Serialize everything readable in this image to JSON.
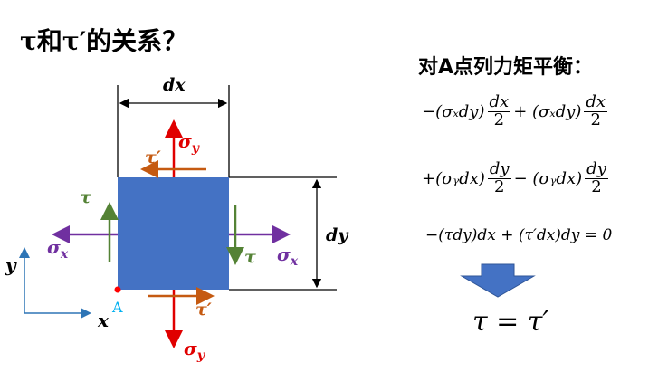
{
  "title": {
    "tau": "τ",
    "mid": "和",
    "tau_prime": "τ′",
    "rest": "的关系？"
  },
  "subtitle": "对A点列力矩平衡：",
  "diagram": {
    "dx_label": "dx",
    "dy_label": "dy",
    "sigma_y_top": "σ",
    "sigma_y_bottom": "σ",
    "sigma_y_sub": "y",
    "sigma_x_left": "σ",
    "sigma_x_right": "σ",
    "sigma_x_sub": "x",
    "tau_prime_top": "τ′",
    "tau_prime_bottom": "τ′",
    "tau_left": "τ",
    "tau_right": "τ",
    "axis_x": "x",
    "axis_y": "y",
    "point_label": "A",
    "colors": {
      "block": "#4472C4",
      "normal_y": "#E00000",
      "normal_x": "#7030A0",
      "shear_h": "#C55A11",
      "shear_v": "#548235",
      "axis": "#2E75B6",
      "point": "#FF0000",
      "point_label": "#00B0F0",
      "down_arrow": "#4472C4"
    }
  },
  "equations": {
    "line1": {
      "a": "−(σₓdy)",
      "num1": "dx",
      "den1": "2",
      "b": "+ (σₓdy)",
      "num2": "dx",
      "den2": "2"
    },
    "line2": {
      "a": "+(σᵧdx)",
      "num1": "dy",
      "den1": "2",
      "b": "− (σᵧdx)",
      "num2": "dy",
      "den2": "2"
    },
    "line3": "−(τdy)dx + (τ′dx)dy = 0",
    "final": "τ = τ′"
  }
}
